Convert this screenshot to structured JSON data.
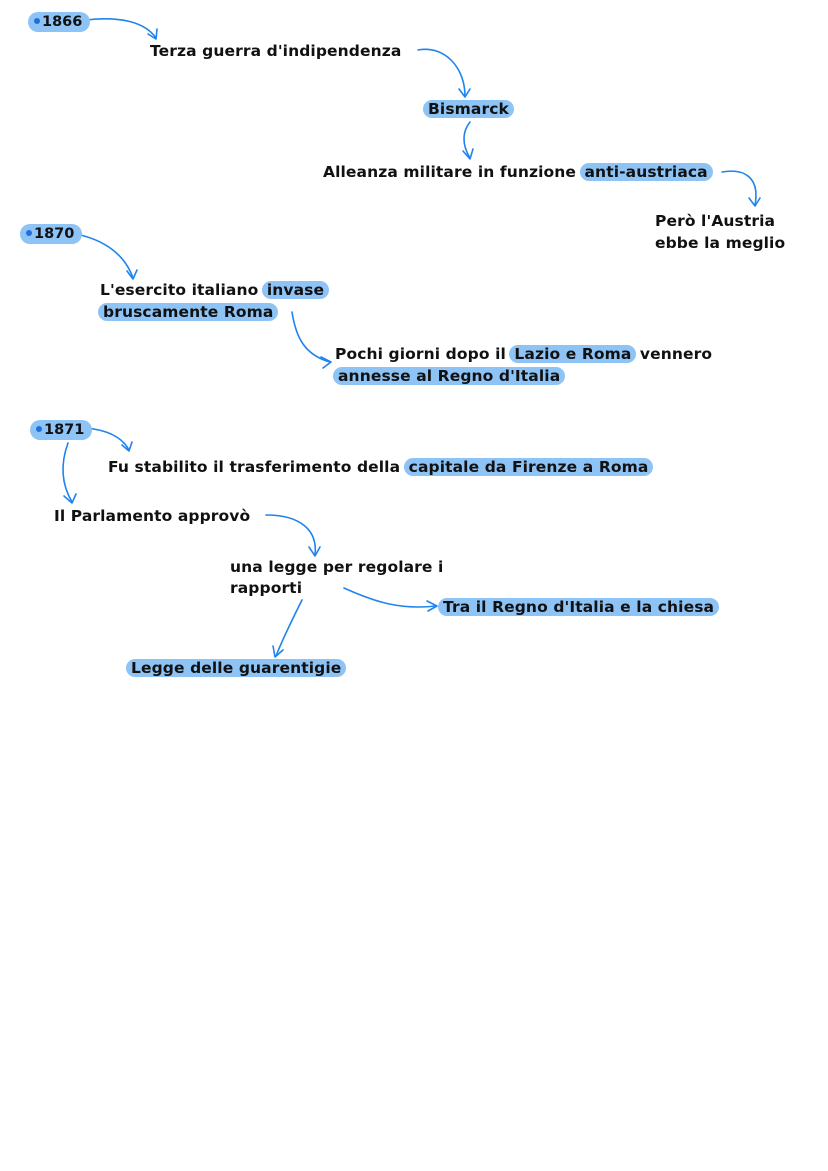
{
  "timeline": [
    {
      "year": "1866",
      "nodes": [
        {
          "parts": [
            {
              "text": "Terza guerra d'indipendenza",
              "hl": false
            }
          ]
        },
        {
          "parts": [
            {
              "text": "Bismarck",
              "hl": true
            }
          ]
        },
        {
          "parts": [
            {
              "text": "Alleanza militare in funzione ",
              "hl": false
            },
            {
              "text": "anti-austriaca",
              "hl": true
            }
          ]
        },
        {
          "lines": [
            "Però l'Austria",
            "ebbe la meglio"
          ]
        }
      ]
    },
    {
      "year": "1870",
      "nodes": [
        {
          "line1": [
            {
              "text": "L'esercito italiano ",
              "hl": false
            },
            {
              "text": "invase",
              "hl": true
            }
          ],
          "line2": [
            {
              "text": "bruscamente Roma",
              "hl": true
            }
          ]
        },
        {
          "line1": [
            {
              "text": "Pochi giorni dopo il ",
              "hl": false
            },
            {
              "text": "Lazio e Roma",
              "hl": true
            },
            {
              "text": " vennero",
              "hl": false
            }
          ],
          "line2": [
            {
              "text": "annesse al Regno d'Italia",
              "hl": true
            }
          ]
        }
      ]
    },
    {
      "year": "1871",
      "nodes": [
        {
          "parts": [
            {
              "text": "Fu stabilito il trasferimento della ",
              "hl": false
            },
            {
              "text": "capitale da Firenze a Roma",
              "hl": true
            }
          ]
        },
        {
          "parts": [
            {
              "text": "Il Parlamento approvò",
              "hl": false
            }
          ]
        },
        {
          "lines": [
            "una legge per regolare i",
            "rapporti"
          ]
        },
        {
          "parts": [
            {
              "text": "Tra il Regno d'Italia e la chiesa",
              "hl": true
            }
          ]
        },
        {
          "parts": [
            {
              "text": "Legge delle guarentigie",
              "hl": true
            }
          ]
        }
      ]
    }
  ],
  "colors": {
    "highlight": "#8ec3f5",
    "arrow": "#1f84ee",
    "dot": "#1f6fe0"
  }
}
